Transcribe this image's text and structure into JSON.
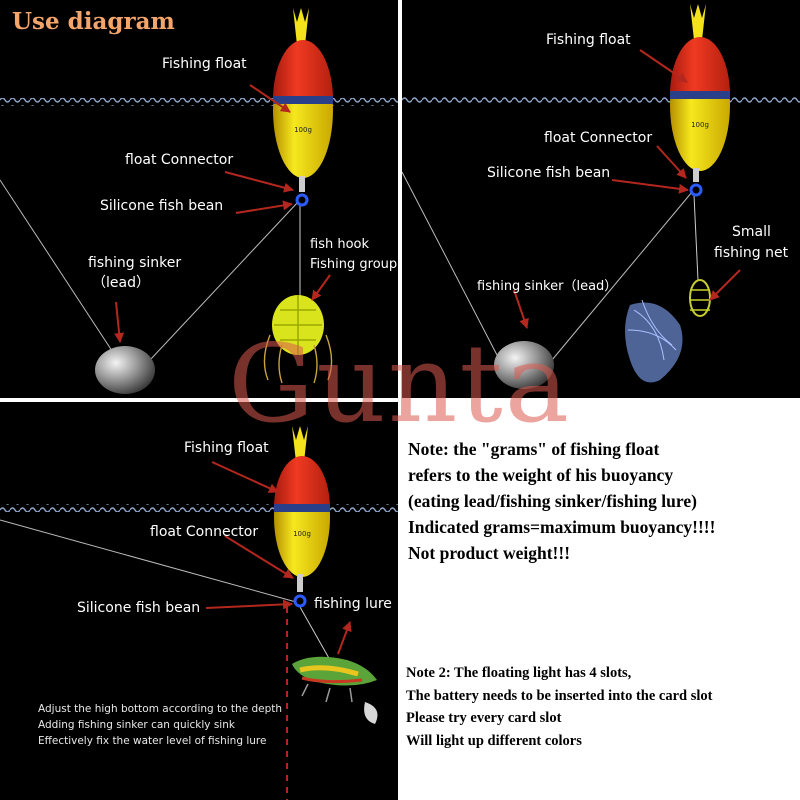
{
  "panel1": {
    "title": "Use diagram",
    "fishing_float": "Fishing float",
    "float_connector": "float Connector",
    "silicone_bean": "Silicone fish bean",
    "sinker_line1": "fishing sinker",
    "sinker_line2": "（lead）",
    "hook_line1": "fish hook",
    "hook_line2": "Fishing group"
  },
  "panel2": {
    "fishing_float": "Fishing float",
    "float_connector": "float Connector",
    "silicone_bean": "Silicone fish bean",
    "sinker": "fishing sinker（lead）",
    "net_line1": "Small",
    "net_line2": "fishing net"
  },
  "panel3": {
    "fishing_float": "Fishing float",
    "float_connector": "float Connector",
    "silicone_bean": "Silicone fish bean",
    "lure": "fishing lure",
    "tips": [
      "Adjust the high bottom according to the depth",
      "Adding fishing sinker can quickly sink",
      "Effectively fix the water level of fishing lure"
    ]
  },
  "float_text": "100g",
  "note1": [
    "Note: the \"grams\" of fishing float",
    " refers to the weight of his buoyancy",
    " (eating lead/fishing sinker/fishing lure)",
    "Indicated grams=maximum buoyancy!!!!",
    "Not product weight!!!"
  ],
  "note2": [
    "Note 2: The floating light has 4 slots,",
    "The battery needs to be inserted into the card slot",
    "Please try every card slot",
    "Will light up different colors"
  ],
  "watermark": "Gunta",
  "colors": {
    "arrow": "#b3271e",
    "title": "#f3a56b",
    "float_red": "#e8321f",
    "float_yellow": "#f2e31a",
    "water": "#8fa6c8"
  }
}
